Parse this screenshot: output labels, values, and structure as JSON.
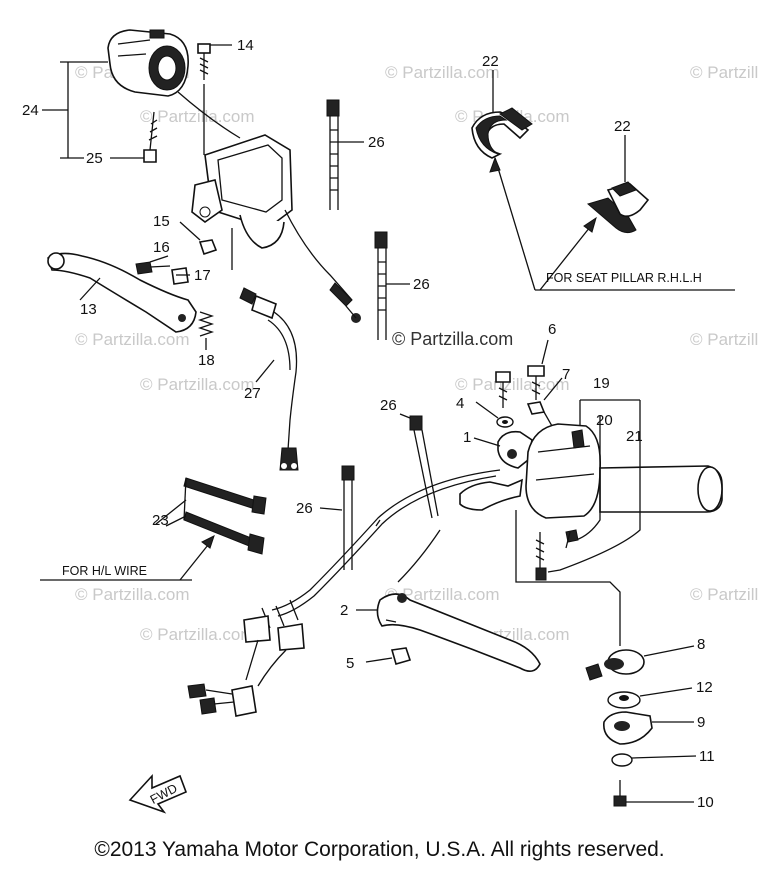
{
  "watermark": {
    "text": "© Partzilla.com",
    "center_text": "© Partzilla.com"
  },
  "callouts": {
    "c1": "1",
    "c2": "2",
    "c4": "4",
    "c5": "5",
    "c6": "6",
    "c7": "7",
    "c8": "8",
    "c9": "9",
    "c10": "10",
    "c11": "11",
    "c12": "12",
    "c13": "13",
    "c14": "14",
    "c15": "15",
    "c16": "16",
    "c17": "17",
    "c18": "18",
    "c19": "19",
    "c20": "20",
    "c21": "21",
    "c22a": "22",
    "c22b": "22",
    "c23": "23",
    "c24": "24",
    "c25": "25",
    "c26a": "26",
    "c26b": "26",
    "c26c": "26",
    "c26d": "26",
    "c27": "27"
  },
  "notes": {
    "seat_pillar": "FOR SEAT PILLAR  R.H.L.H",
    "hl_wire": "FOR H/L WIRE",
    "front_arrow": "FWD"
  },
  "footer": {
    "copyright": "©2013 Yamaha Motor Corporation, U.S.A. All rights reserved."
  }
}
